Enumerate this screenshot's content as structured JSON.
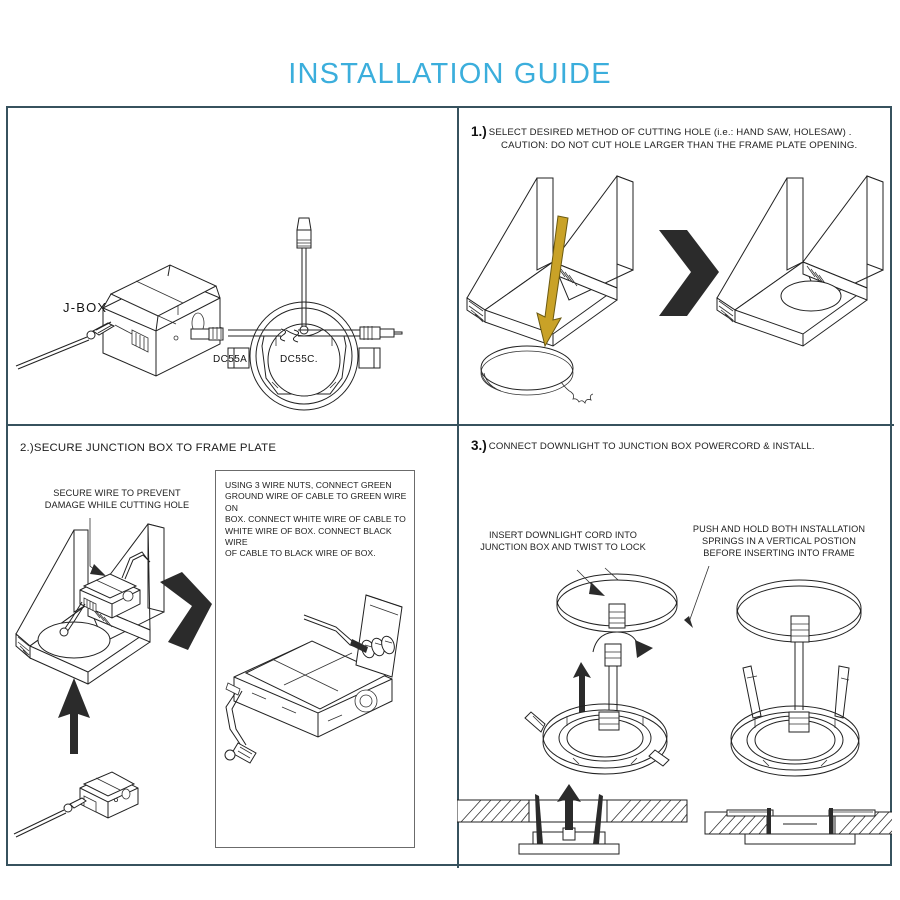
{
  "document": {
    "title": "INSTALLATION GUIDE",
    "title_color": "#3BAEDC",
    "border_color": "#37525E"
  },
  "panels": {
    "parts": {
      "name": "parts-overview",
      "labels": {
        "jbox": "J-BOX",
        "cable_a": "DC55A",
        "cable_c": "DC55C."
      }
    },
    "step1": {
      "number": "1.)",
      "text": "SELECT DESIRED METHOD OF CUTTING HOLE  (i.e.: HAND SAW, HOLESAW) .",
      "caution": "CAUTION: DO NOT CUT HOLE LARGER THAN THE FRAME PLATE OPENING."
    },
    "step2": {
      "heading": "2.)SECURE JUNCTION BOX TO FRAME PLATE",
      "annotation": "SECURE WIRE TO PREVENT\nDAMAGE WHILE CUTTING HOLE",
      "notebox": "USING 3 WIRE NUTS, CONNECT GREEN\nGROUND WIRE OF CABLE TO GREEN WIRE ON\nBOX. CONNECT WHITE WIRE OF CABLE TO\nWHITE WIRE OF BOX. CONNECT BLACK WIRE\nOF CABLE TO BLACK WIRE OF BOX."
    },
    "step3": {
      "number": "3.)",
      "heading": "CONNECT DOWNLIGHT TO JUNCTION BOX POWERCORD  & INSTALL.",
      "annotation_left": "INSERT DOWNLIGHT CORD INTO\nJUNCTION BOX AND TWIST TO LOCK",
      "annotation_right": "PUSH AND HOLD BOTH INSTALLATION\nSPRINGS IN A VERTICAL POSTION\nBEFORE INSERTING INTO FRAME"
    }
  },
  "icons": {
    "gold_arrow": "down-arrow-icon",
    "chevron": "chevron-right-icon",
    "up_arrow": "up-arrow-icon"
  }
}
